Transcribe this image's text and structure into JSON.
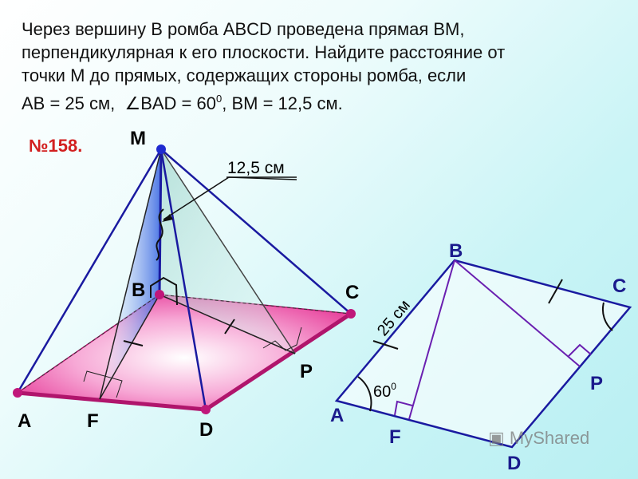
{
  "problem": {
    "line1": "Через вершину В ромба ABCD проведена прямая ВМ,",
    "line2": "перпендикулярная к его плоскости. Найдите расстояние от",
    "line3": "точки М до прямых, содержащих стороны ромба, если",
    "line4_a": "AB = 25 см, ",
    "line4_angle": "∠BAD = 60",
    "line4_deg": "0",
    "line4_b": ", BM = 12,5 см."
  },
  "problem_number": "№158.",
  "figure3d": {
    "labels": {
      "M": "M",
      "B": "B",
      "C": "C",
      "A": "A",
      "F": "F",
      "D": "D",
      "P": "P"
    },
    "bm_length": "12,5 см"
  },
  "figure2d": {
    "labels": {
      "B": "B",
      "C": "C",
      "A": "A",
      "F": "F",
      "D": "D",
      "P": "P"
    },
    "side_length": "25 см",
    "angle": "60",
    "angle_deg": "0"
  },
  "colors": {
    "rhombus_fill": "#f06cb8",
    "edge_blue": "#1a1aa0",
    "vertex": "#c0177a",
    "label_2d": "#1a1a8c",
    "number_red": "#d21f1f"
  },
  "watermark": "MyShared"
}
